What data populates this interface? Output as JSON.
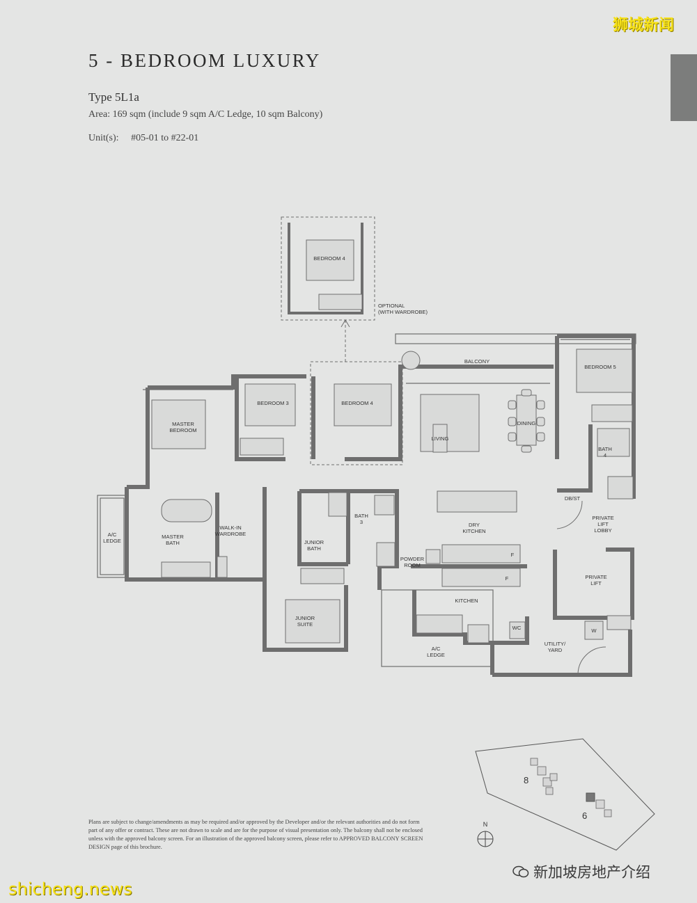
{
  "header": {
    "title": "5 - BEDROOM LUXURY",
    "type": "Type 5L1a",
    "area": "Area: 169 sqm (include 9 sqm A/C Ledge, 10 sqm Balcony)",
    "units_label": "Unit(s):",
    "units_value": "#05-01 to #22-01"
  },
  "watermarks": {
    "top_right": "狮城新闻",
    "bottom_left": "shicheng.news",
    "wechat_account": "新加坡房地产介绍"
  },
  "floorplan": {
    "rooms": {
      "bedroom4_optional": "BEDROOM 4",
      "optional_note_1": "OPTIONAL",
      "optional_note_2": "(WITH WARDROBE)",
      "balcony": "BALCONY",
      "bedroom5": "BEDROOM 5",
      "bedroom3": "BEDROOM 3",
      "bedroom4": "BEDROOM 4",
      "master_bedroom_1": "MASTER",
      "master_bedroom_2": "BEDROOM",
      "living": "LIVING",
      "dining": "DINING",
      "bath4_1": "BATH",
      "bath4_2": "4",
      "db_st": "DB/ST",
      "ac_ledge_1": "A/C",
      "ac_ledge_2": "LEDGE",
      "master_bath_1": "MASTER",
      "master_bath_2": "BATH",
      "walkin_1": "WALK-IN",
      "walkin_2": "WARDROBE",
      "junior_bath_1": "JUNIOR",
      "junior_bath_2": "BATH",
      "bath3_1": "BATH",
      "bath3_2": "3",
      "dry_kitchen_1": "DRY",
      "dry_kitchen_2": "KITCHEN",
      "private_lift_lobby_1": "PRIVATE",
      "private_lift_lobby_2": "LIFT",
      "private_lift_lobby_3": "LOBBY",
      "powder_room_1": "POWDER",
      "powder_room_2": "ROOM",
      "private_lift_1": "PRIVATE",
      "private_lift_2": "LIFT",
      "kitchen": "KITCHEN",
      "junior_suite_1": "JUNIOR",
      "junior_suite_2": "SUITE",
      "wc": "WC",
      "washer": "W",
      "fridge": "F",
      "utility_yard_1": "UTILITY/",
      "utility_yard_2": "YARD",
      "ac_ledge2_1": "A/C",
      "ac_ledge2_2": "LEDGE"
    }
  },
  "site_plan": {
    "block_8": "8",
    "block_6": "6",
    "north": "N"
  },
  "disclaimer": "Plans are subject to change/amendments as may be required and/or approved by the Developer and/or the relevant authorities and do not form part of any offer or contract. These are not drawn to scale and are for the purpose of visual presentation only. The balcony shall not be enclosed unless with the approved balcony screen. For an illustration of the approved balcony screen, please refer to APPROVED BALCONY SCREEN DESIGN page of this brochure.",
  "colors": {
    "background": "#e4e5e4",
    "wall": "#6e6e6e",
    "tab": "#7c7d7c",
    "watermark": "#f7e21a"
  }
}
